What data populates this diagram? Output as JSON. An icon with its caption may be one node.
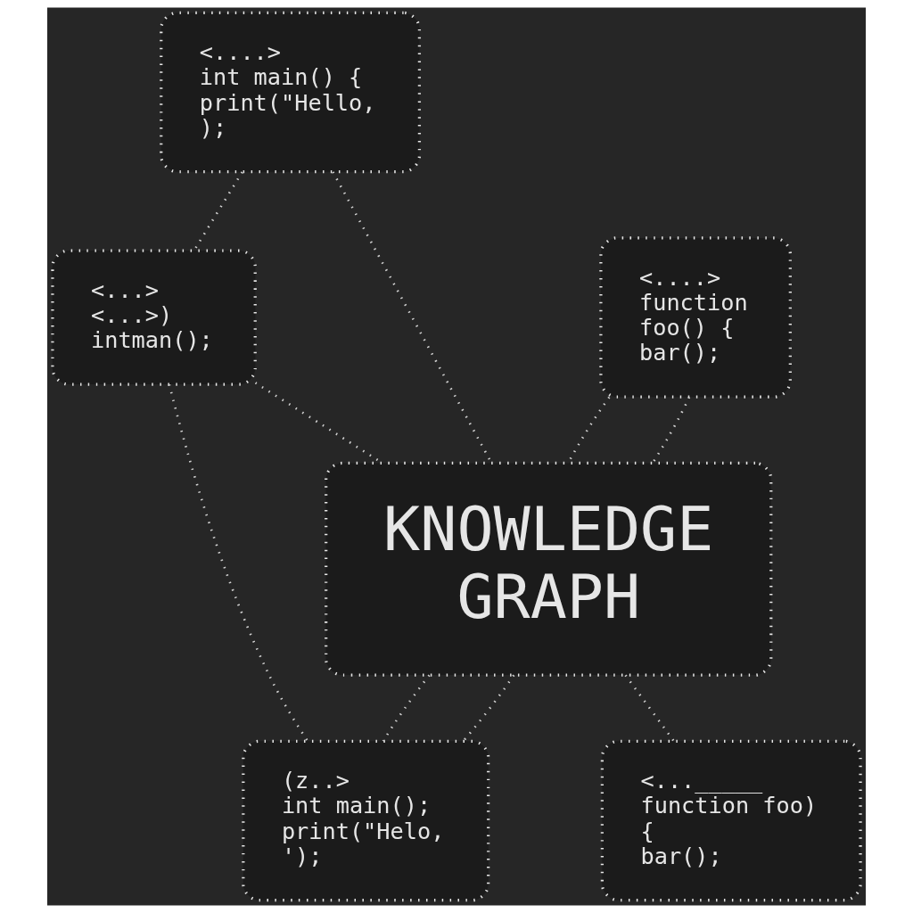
{
  "diagram": {
    "nodes": [
      {
        "text": [
          "<....>",
          "int main() {",
          "print(\"Hello,",
          ");"
        ]
      },
      {
        "text": [
          "<...>",
          "<...>)",
          "intman();"
        ]
      },
      {
        "text": [
          "<....>",
          "function",
          "foo() {",
          "bar();"
        ]
      },
      {
        "text": [
          "KNOWLEDGE GRAPH"
        ]
      },
      {
        "text": [
          "(z..>",
          "int main();",
          "print(\"Helo,",
          "');"
        ]
      },
      {
        "text": [
          "<..._____",
          "function foo)",
          "{",
          "bar();"
        ]
      }
    ],
    "edges": [
      {
        "from": 1,
        "to": 0,
        "arrow": "none"
      },
      {
        "from": 0,
        "to": 3,
        "arrow": "none"
      },
      {
        "from": 1,
        "to": 3,
        "arrow": "none"
      },
      {
        "from": 2,
        "to": 3,
        "arrow": "none"
      },
      {
        "from": 2,
        "to": 3,
        "arrow": "none"
      },
      {
        "from": 3,
        "to": 5,
        "arrow": "none"
      },
      {
        "from": 3,
        "to": 4,
        "arrow": "none"
      },
      {
        "from": 3,
        "to": 4,
        "arrow": "none"
      },
      {
        "from": 1,
        "to": 4,
        "arrow": "none"
      }
    ]
  }
}
